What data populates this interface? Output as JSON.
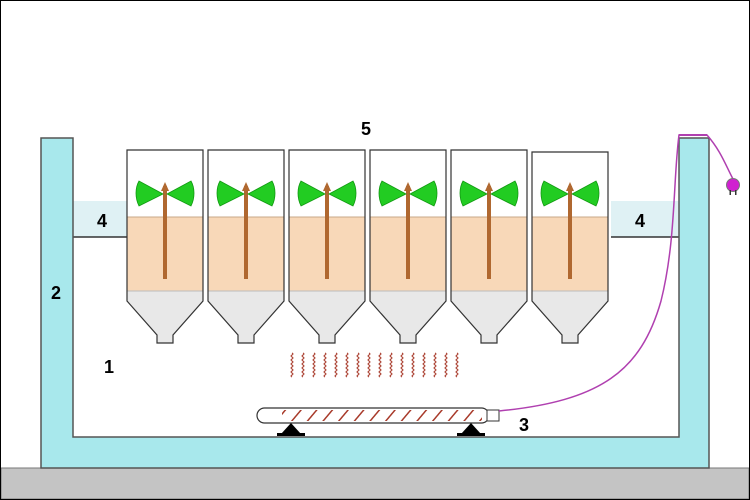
{
  "labels": {
    "inner_space": "1",
    "outer_wall": "2",
    "heater": "3",
    "water_left": "4",
    "water_right": "4",
    "vessel_row": "5"
  },
  "vessels": [
    {
      "id": 1
    },
    {
      "id": 2
    },
    {
      "id": 3
    },
    {
      "id": 4
    },
    {
      "id": 5
    },
    {
      "id": 6
    }
  ],
  "colors": {
    "wall": "#a8e8ec",
    "water": "#dff1f4",
    "liquid": "#f8d8b8",
    "sediment": "#e8e8e8",
    "stirrer_shaft": "#b06830",
    "stirrer_blade": "#22cc22",
    "heater_body": "#ffffff",
    "heater_coil": "#a83a2a",
    "cable": "#b040b0",
    "floor": "#c4c4c4",
    "heat_wave": "#a83a2a"
  },
  "icons": {
    "plug": "plug-icon",
    "support": "triangle-support-icon",
    "stirrer": "stirrer-icon"
  }
}
